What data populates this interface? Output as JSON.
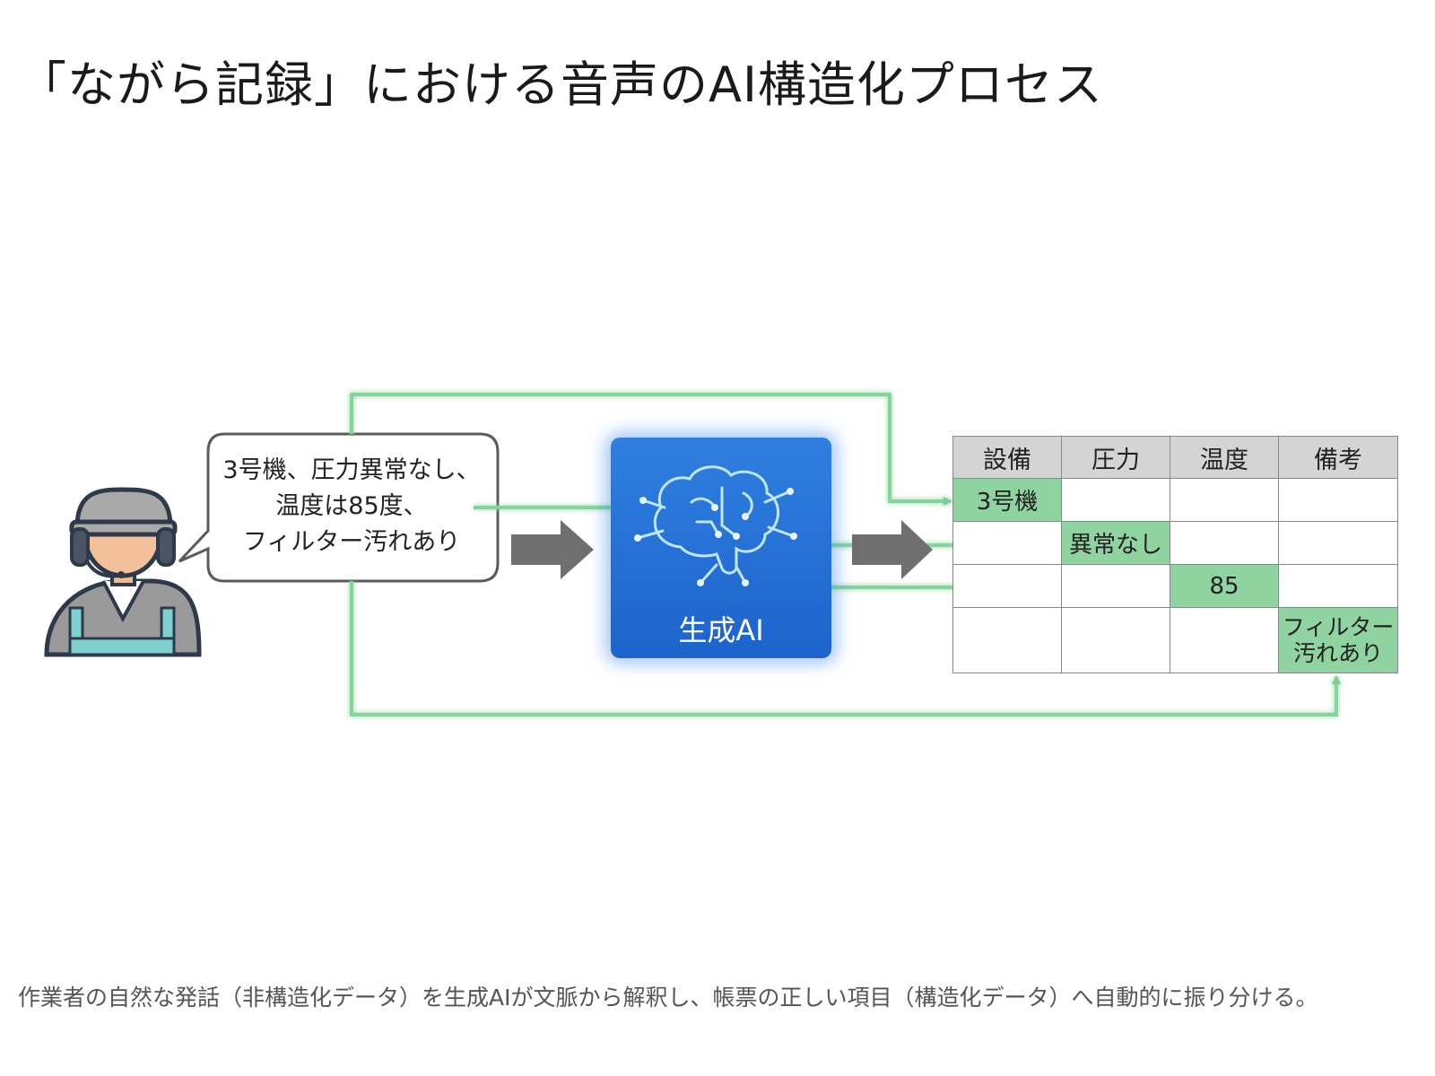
{
  "title": "「ながら記録」における音声のAI構造化プロセス",
  "speech": {
    "lines": [
      "3号機、圧力異常なし、",
      "温度は85度、",
      "フィルター汚れあり"
    ]
  },
  "ai": {
    "label": "生成AI"
  },
  "table": {
    "headers": [
      "設備",
      "圧力",
      "温度",
      "備考"
    ],
    "cells": {
      "equipment": "3号機",
      "pressure": "異常なし",
      "temperature": "85",
      "note_line1": "フィルター",
      "note_line2": "汚れあり"
    }
  },
  "caption": "作業者の自然な発話（非構造化データ）を生成AIが文脈から解釈し、帳票の正しい項目（構造化データ）へ自動的に振り分ける。",
  "colors": {
    "accent_green": "#8fd3a1",
    "ai_blue": "#2a72d8",
    "arrow_gray": "#6f6f6f",
    "header_gray": "#d4d4d4"
  },
  "icons": [
    "worker-headset-icon",
    "brain-circuit-icon",
    "flow-arrow-icon"
  ]
}
